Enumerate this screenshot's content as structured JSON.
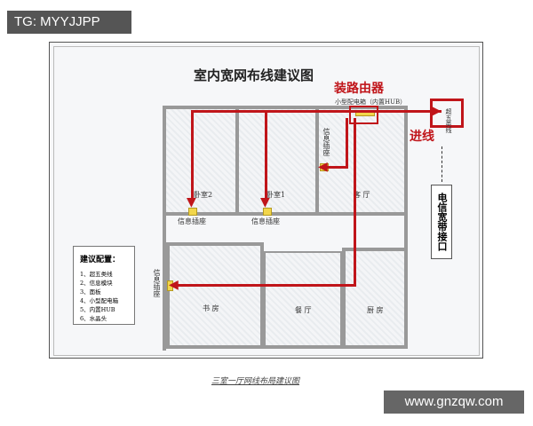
{
  "watermark": "TG: MYYJJPP",
  "site": "www.gnzqw.com",
  "title": "室内宽网布线建议图",
  "router_label": "装路由器",
  "box_label": "小型配电箱（内置HUB）",
  "incoming_label": "进线",
  "cable_label": "超五类线",
  "telecom_label": "电信宽带接口",
  "rooms": {
    "bedroom2": "卧室2",
    "bedroom1": "卧室1",
    "living": "客 厅",
    "study": "书 房",
    "dining": "餐 厅",
    "kitchen": "厨 房"
  },
  "socket_label": "信息插座",
  "config": {
    "heading": "建议配置：",
    "items": [
      "1、超五类线",
      "2、信息模块",
      "3、面板",
      "4、小型配电箱",
      "5、内置HUB",
      "6、水晶头"
    ]
  },
  "caption": "三室一厅网线布局建议图",
  "colors": {
    "route": "#c0151a",
    "socket": "#f2d64b"
  }
}
